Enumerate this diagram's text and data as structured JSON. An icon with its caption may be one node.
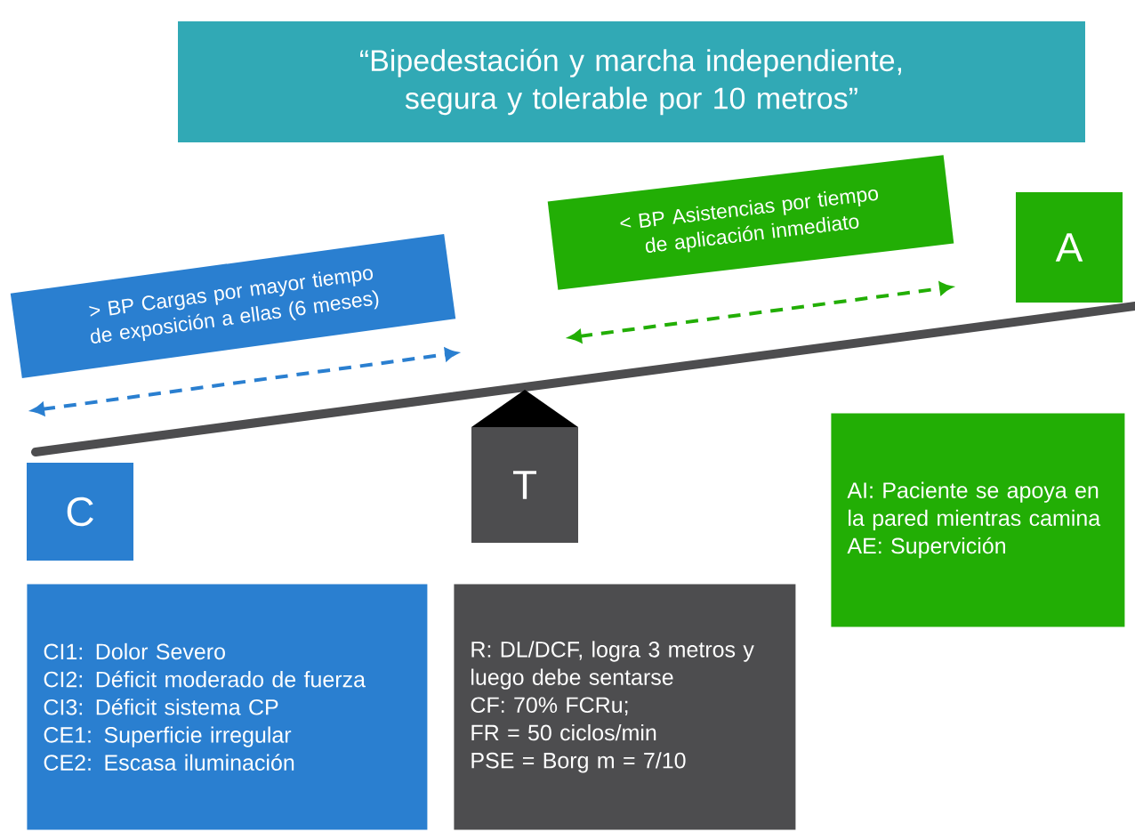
{
  "diagram": {
    "nodes": [
      {
        "text": [
          "“Bipedestación y marcha independiente, segura y tolerable por 10 metros”"
        ]
      },
      {
        "text": [
          "> BP Cargas por mayor tiempo de exposición a ellas (6 meses)"
        ]
      },
      {
        "text": [
          "< BP Asistencias por tiempo de aplicación inmediato"
        ]
      },
      {
        "text": [
          "A"
        ]
      },
      {
        "text": [
          "C"
        ]
      },
      {
        "text": [
          "T"
        ]
      },
      {
        "text": [
          "CI1: Dolor Severo",
          "CI2: Déficit moderado de fuerza",
          "CI3: Déficit sistema CP",
          "CE1: Superficie irregular",
          "CE2: Escasa iluminación"
        ]
      },
      {
        "text": [
          "R: DL/DCF, logra 3 metros y luego debe sentarse",
          "CF: 70% FCRu;",
          "FR = 50 ciclos/min",
          "PSE = Borg m = 7/10"
        ]
      },
      {
        "text": [
          "AI: Paciente se apoya en la pared mientras camina",
          "AE: Supervición"
        ]
      }
    ]
  }
}
